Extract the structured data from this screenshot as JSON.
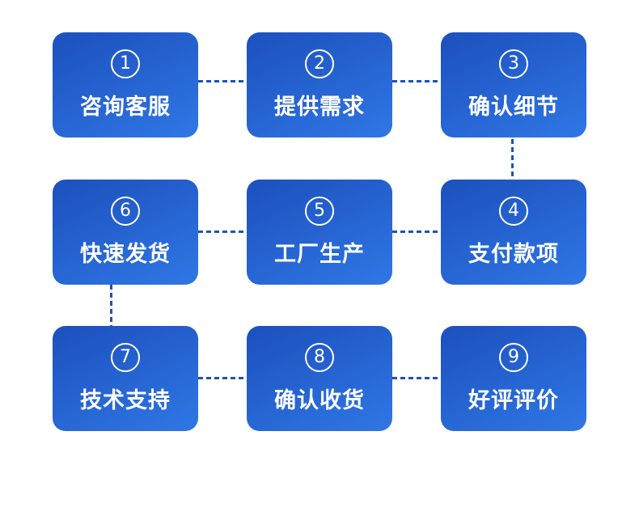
{
  "theme": {
    "box_gradient_start": "#1c50bd",
    "box_gradient_end": "#2f77e5",
    "connector_color": "#1d52b8",
    "text_color": "#ffffff",
    "canvas_bg": "#ffffff"
  },
  "flow": {
    "cells": [
      {
        "number": "1",
        "label": "咨询客服"
      },
      {
        "number": "2",
        "label": "提供需求"
      },
      {
        "number": "3",
        "label": "确认细节"
      },
      {
        "number": "6",
        "label": "快速发货"
      },
      {
        "number": "5",
        "label": "工厂生产"
      },
      {
        "number": "4",
        "label": "支付款项"
      },
      {
        "number": "7",
        "label": "技术支持"
      },
      {
        "number": "8",
        "label": "确认收货"
      },
      {
        "number": "9",
        "label": "好评评价"
      }
    ],
    "connections": [
      "1→2",
      "2→3",
      "3→4",
      "4→5",
      "5→6",
      "6→7",
      "7→8",
      "8→9"
    ]
  }
}
